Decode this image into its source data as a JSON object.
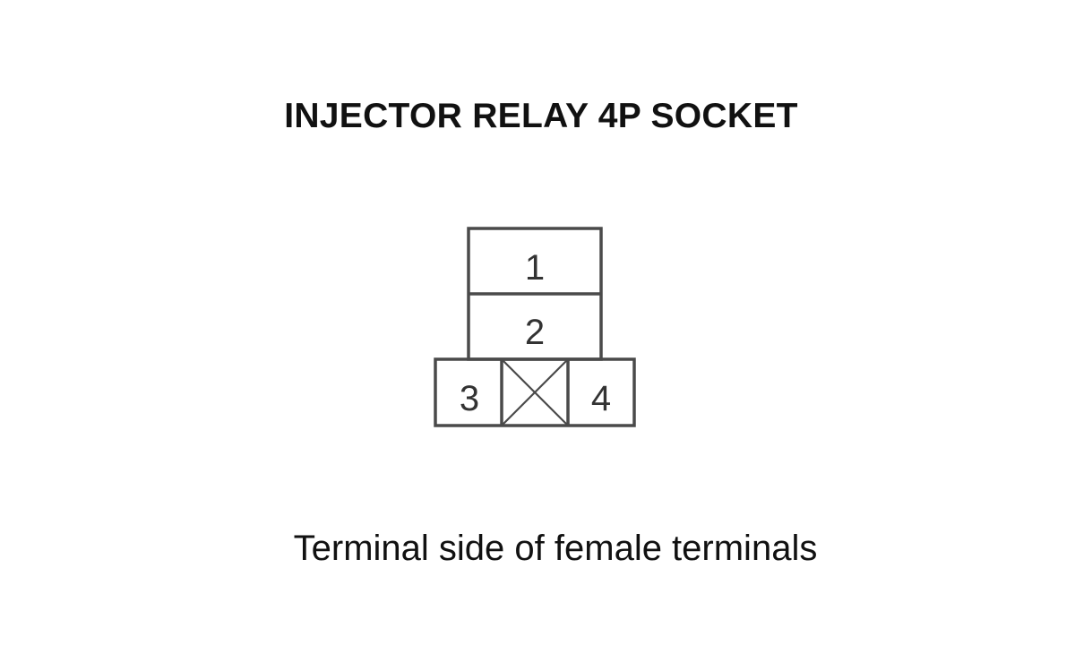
{
  "title": "INJECTOR RELAY 4P SOCKET",
  "caption": "Terminal side of female terminals",
  "connector": {
    "pins": [
      {
        "label": "1"
      },
      {
        "label": "2"
      },
      {
        "label": "3"
      },
      {
        "label": "4"
      }
    ],
    "blocked_cavity": "x-mark-icon"
  },
  "colors": {
    "line": "#4a4a4a",
    "text": "#111111"
  }
}
